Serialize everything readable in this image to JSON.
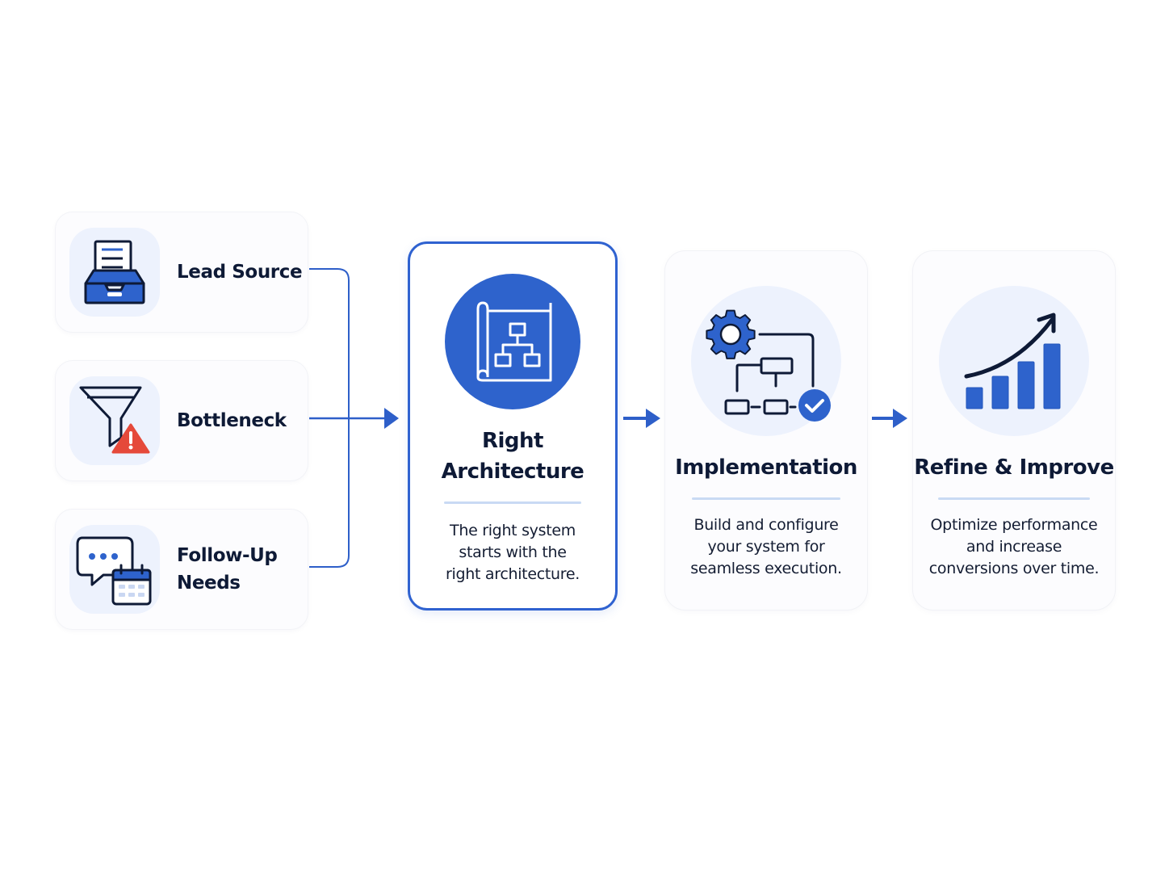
{
  "inputs": [
    {
      "label": "Lead Source",
      "icon": "inbox-tray-icon"
    },
    {
      "label": "Bottleneck",
      "icon": "funnel-warning-icon"
    },
    {
      "label": "Follow-Up Needs",
      "label_lines": [
        "Follow-Up",
        "Needs"
      ],
      "icon": "chat-calendar-icon"
    }
  ],
  "steps": [
    {
      "title_lines": [
        "Right",
        "Architecture"
      ],
      "description_lines": [
        "The right system",
        "starts with the",
        "right architecture."
      ],
      "icon": "blueprint-hierarchy-icon",
      "highlighted": true
    },
    {
      "title_lines": [
        "Implementation"
      ],
      "description_lines": [
        "Build and configure",
        "your system for",
        "seamless execution."
      ],
      "icon": "gear-flowchart-check-icon",
      "highlighted": false
    },
    {
      "title_lines": [
        "Refine & Improve"
      ],
      "description_lines": [
        "Optimize performance",
        "and increase",
        "conversions over time."
      ],
      "icon": "growth-chart-icon",
      "highlighted": false
    }
  ],
  "colors": {
    "accent": "#2e63cc",
    "accent_border": "#2f62d0",
    "text_dark": "#0e1a36",
    "tile_bg": "#edf2fd",
    "divider": "#c9daf4",
    "warning": "#e5493a"
  }
}
